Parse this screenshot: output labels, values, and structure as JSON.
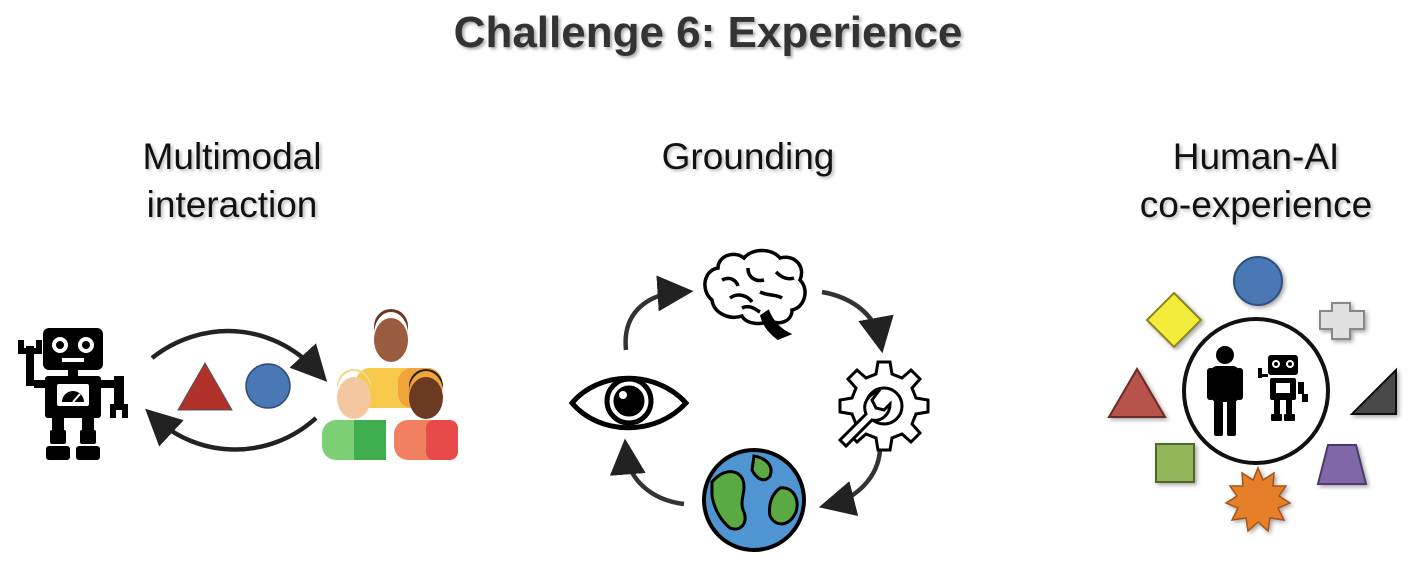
{
  "title": "Challenge 6: Experience",
  "sections": [
    {
      "heading_lines": [
        "Multimodal",
        "interaction"
      ],
      "icons": [
        "robot-icon",
        "triangle-shape-icon",
        "circle-shape-icon",
        "people-group-icon",
        "exchange-arrows-icon"
      ]
    },
    {
      "heading_lines": [
        "Grounding"
      ],
      "icons": [
        "brain-icon",
        "gear-wrench-icon",
        "earth-globe-icon",
        "eye-icon",
        "cycle-arrows-icon"
      ]
    },
    {
      "heading_lines": [
        "Human-AI",
        "co-experience"
      ],
      "icons": [
        "human-figure-icon",
        "robot-icon",
        "blue-circle-icon",
        "yellow-diamond-icon",
        "gray-cross-icon",
        "red-triangle-icon",
        "black-triangle-icon",
        "green-square-icon",
        "orange-starburst-icon",
        "purple-trapezoid-icon"
      ]
    }
  ],
  "colors": {
    "triangle_red": "#b0302a",
    "circle_blue": "#4a78b5",
    "diamond_yellow": "#f2ec3a",
    "cross_gray": "#e0e0e0",
    "triangle_dark": "#4a4a4a",
    "square_green": "#92b55a",
    "starburst_orange": "#e57f2c",
    "trapezoid_purple": "#8068a8",
    "triangle_faded_red": "#b8524c"
  }
}
